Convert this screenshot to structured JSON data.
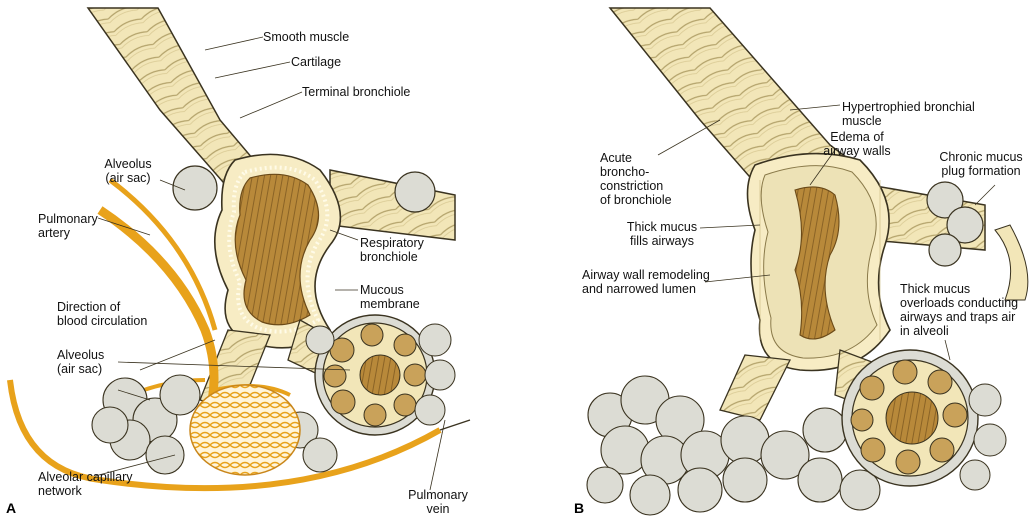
{
  "panel_a": {
    "letter": "A",
    "labels": {
      "smooth_muscle": "Smooth muscle",
      "cartilage": "Cartilage",
      "terminal_bronchiole": "Terminal bronchiole",
      "alveolus_top": "Alveolus\n(air sac)",
      "pulmonary_artery": "Pulmonary\nartery",
      "respiratory_bronchiole": "Respiratory\nbronchiole",
      "mucous_membrane": "Mucous\nmembrane",
      "direction_blood": "Direction of\nblood circulation",
      "alveolus_lower": "Alveolus\n(air sac)",
      "alveolar_capillary": "Alveolar capillary\nnetwork",
      "pulmonary_vein": "Pulmonary\nvein"
    }
  },
  "panel_b": {
    "letter": "B",
    "labels": {
      "hypertrophied": "Hypertrophied bronchial\nmuscle",
      "edema": "Edema of\nairway walls",
      "chronic_mucus": "Chronic mucus\nplug formation",
      "acute_broncho": "Acute\nbroncho-\nconstriction\nof bronchiole",
      "thick_mucus_fills": "Thick mucus\nfills airways",
      "airway_remodeling": "Airway wall remodeling\nand narrowed lumen",
      "thick_mucus_overloads": "Thick mucus\noverloads conducting\nairways and traps air\nin alveoli"
    }
  },
  "colors": {
    "tissue": "#f2e6b8",
    "tissue_dark": "#c9b77e",
    "lumen": "#b8893a",
    "vessel": "#e8a21b",
    "sac": "#dcdcd4",
    "outline": "#3a3320"
  }
}
